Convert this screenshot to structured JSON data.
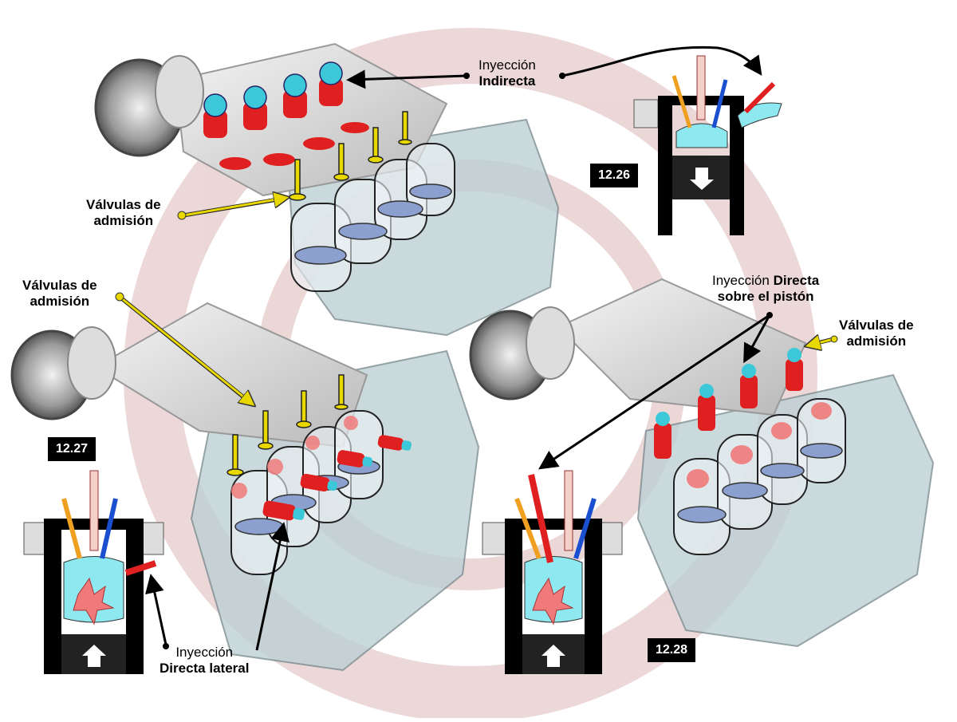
{
  "labels": {
    "indirect": {
      "line1": "Inyección",
      "line2": "Indirecta"
    },
    "valves_top": {
      "line1": "Válvulas de",
      "line2": "admisión"
    },
    "valves_left": {
      "line1": "Válvulas de",
      "line2": "admisión"
    },
    "valves_right": {
      "line1": "Válvulas de",
      "line2": "admisión"
    },
    "direct_piston": {
      "line1_thin": "Inyección",
      "line1_bold": "Directa",
      "line2": "sobre el pistón"
    },
    "direct_lateral": {
      "line1": "Inyección",
      "line2": "Directa lateral"
    }
  },
  "figures": {
    "fig1": "12.26",
    "fig2": "12.27",
    "fig3": "12.28"
  },
  "colors": {
    "injector": "#e02020",
    "injector_tip": "#3cc8d8",
    "intake_valve": "#e8d800",
    "exhaust_valve": "#1a4fd0",
    "chamber": "#8ee8f0",
    "flame": "#f07a7a",
    "spark_plug": "#f5a9a0",
    "watermark": "#d8b4b4",
    "block": "#bfcfd3"
  }
}
